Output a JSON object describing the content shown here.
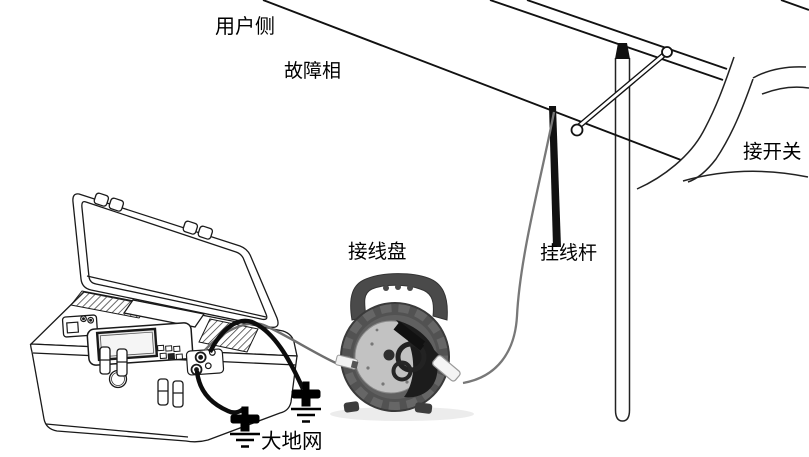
{
  "diagram": {
    "labels": {
      "user_side": "用户侧",
      "fault_phase": "故障相",
      "to_switch": "接开关",
      "hanging_rod": "挂线杆",
      "cable_reel": "接线盘",
      "earth_net": "大地网"
    },
    "colors": {
      "line": "#1a1a1a",
      "cable_gray": "#787878",
      "reel_body": "#525252",
      "reel_drum": "#c2c2c2",
      "cable_black": "#111111",
      "background": "#ffffff"
    },
    "components": [
      "overhead-wires",
      "support-pole",
      "insulated-rod",
      "hanging-wire-rod",
      "line-break-symbol",
      "instrument-case",
      "cable-reel",
      "ground-stakes"
    ]
  }
}
